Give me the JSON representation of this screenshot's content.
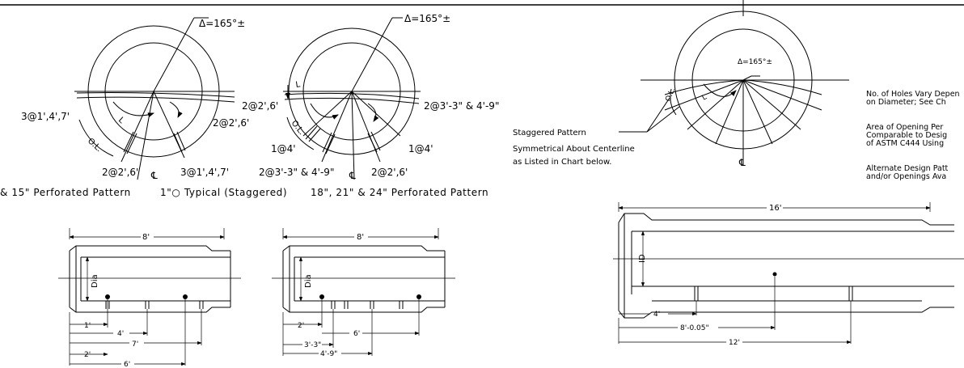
{
  "left_circle": {
    "delta_label": "Δ=165°±",
    "left_label": "3@1',4',7'",
    "right_label": "2@2',6'",
    "bottom_left_label": "2@2',6'",
    "bottom_right_label": "3@1',4',7'",
    "ol_label": "O.L.",
    "l_label": "L",
    "caption": "& 15\" Perforated Pattern"
  },
  "middle_circle": {
    "delta_label": "Δ=165°±",
    "left_label": "2@2',6'",
    "right_label": "2@3'-3\" & 4'-9\"",
    "left_low_label": "1@4'",
    "right_low_label": "1@4'",
    "bottom_left_label": "2@3'-3\" & 4'-9\"",
    "bottom_right_label": "2@2',6'",
    "ol_label": "O.L.",
    "l_label": "L",
    "caption": "18\", 21\" & 24\" Perforated Pattern"
  },
  "typical_note": "1\"○ Typical (Staggered)",
  "centerline_symbol": "℄",
  "right_circle": {
    "delta_label": "Δ=165°±",
    "ol_label": "O.L.",
    "l_label": "L",
    "staggered_note": [
      "Staggered Pattern",
      "Symmetrical About Centerline",
      "as Listed in Chart below."
    ]
  },
  "notes": [
    [
      "No. of Holes Vary Depen",
      "on Diameter; See Ch"
    ],
    [
      "Area of Opening Per",
      "Comparable to Desig",
      "of ASTM C444 Using"
    ],
    [
      "Alternate Design Patt",
      "and/or Openings Ava"
    ]
  ],
  "pipe_left": {
    "length_label": "8'",
    "dia_label": "Dia",
    "dims": [
      "1'",
      "4'",
      "7'",
      "2'",
      "6'"
    ]
  },
  "pipe_middle": {
    "length_label": "8'",
    "dia_label": "Dia",
    "dims": [
      "2'",
      "6'",
      "3'-3\"",
      "4'-9\""
    ]
  },
  "pipe_right": {
    "length_label": "16'",
    "id_label": "ID",
    "dims": [
      "4'",
      "8'-0.05\"",
      "12'"
    ]
  }
}
